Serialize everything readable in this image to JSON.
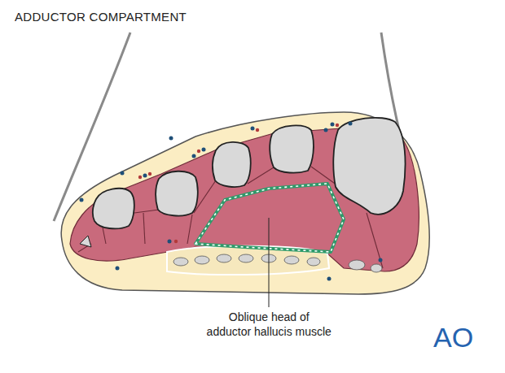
{
  "diagram": {
    "title": "ADDUCTOR COMPARTMENT",
    "labels": [
      "Oblique head of adductor hallucis muscle",
      "AO"
    ]
  }
}
